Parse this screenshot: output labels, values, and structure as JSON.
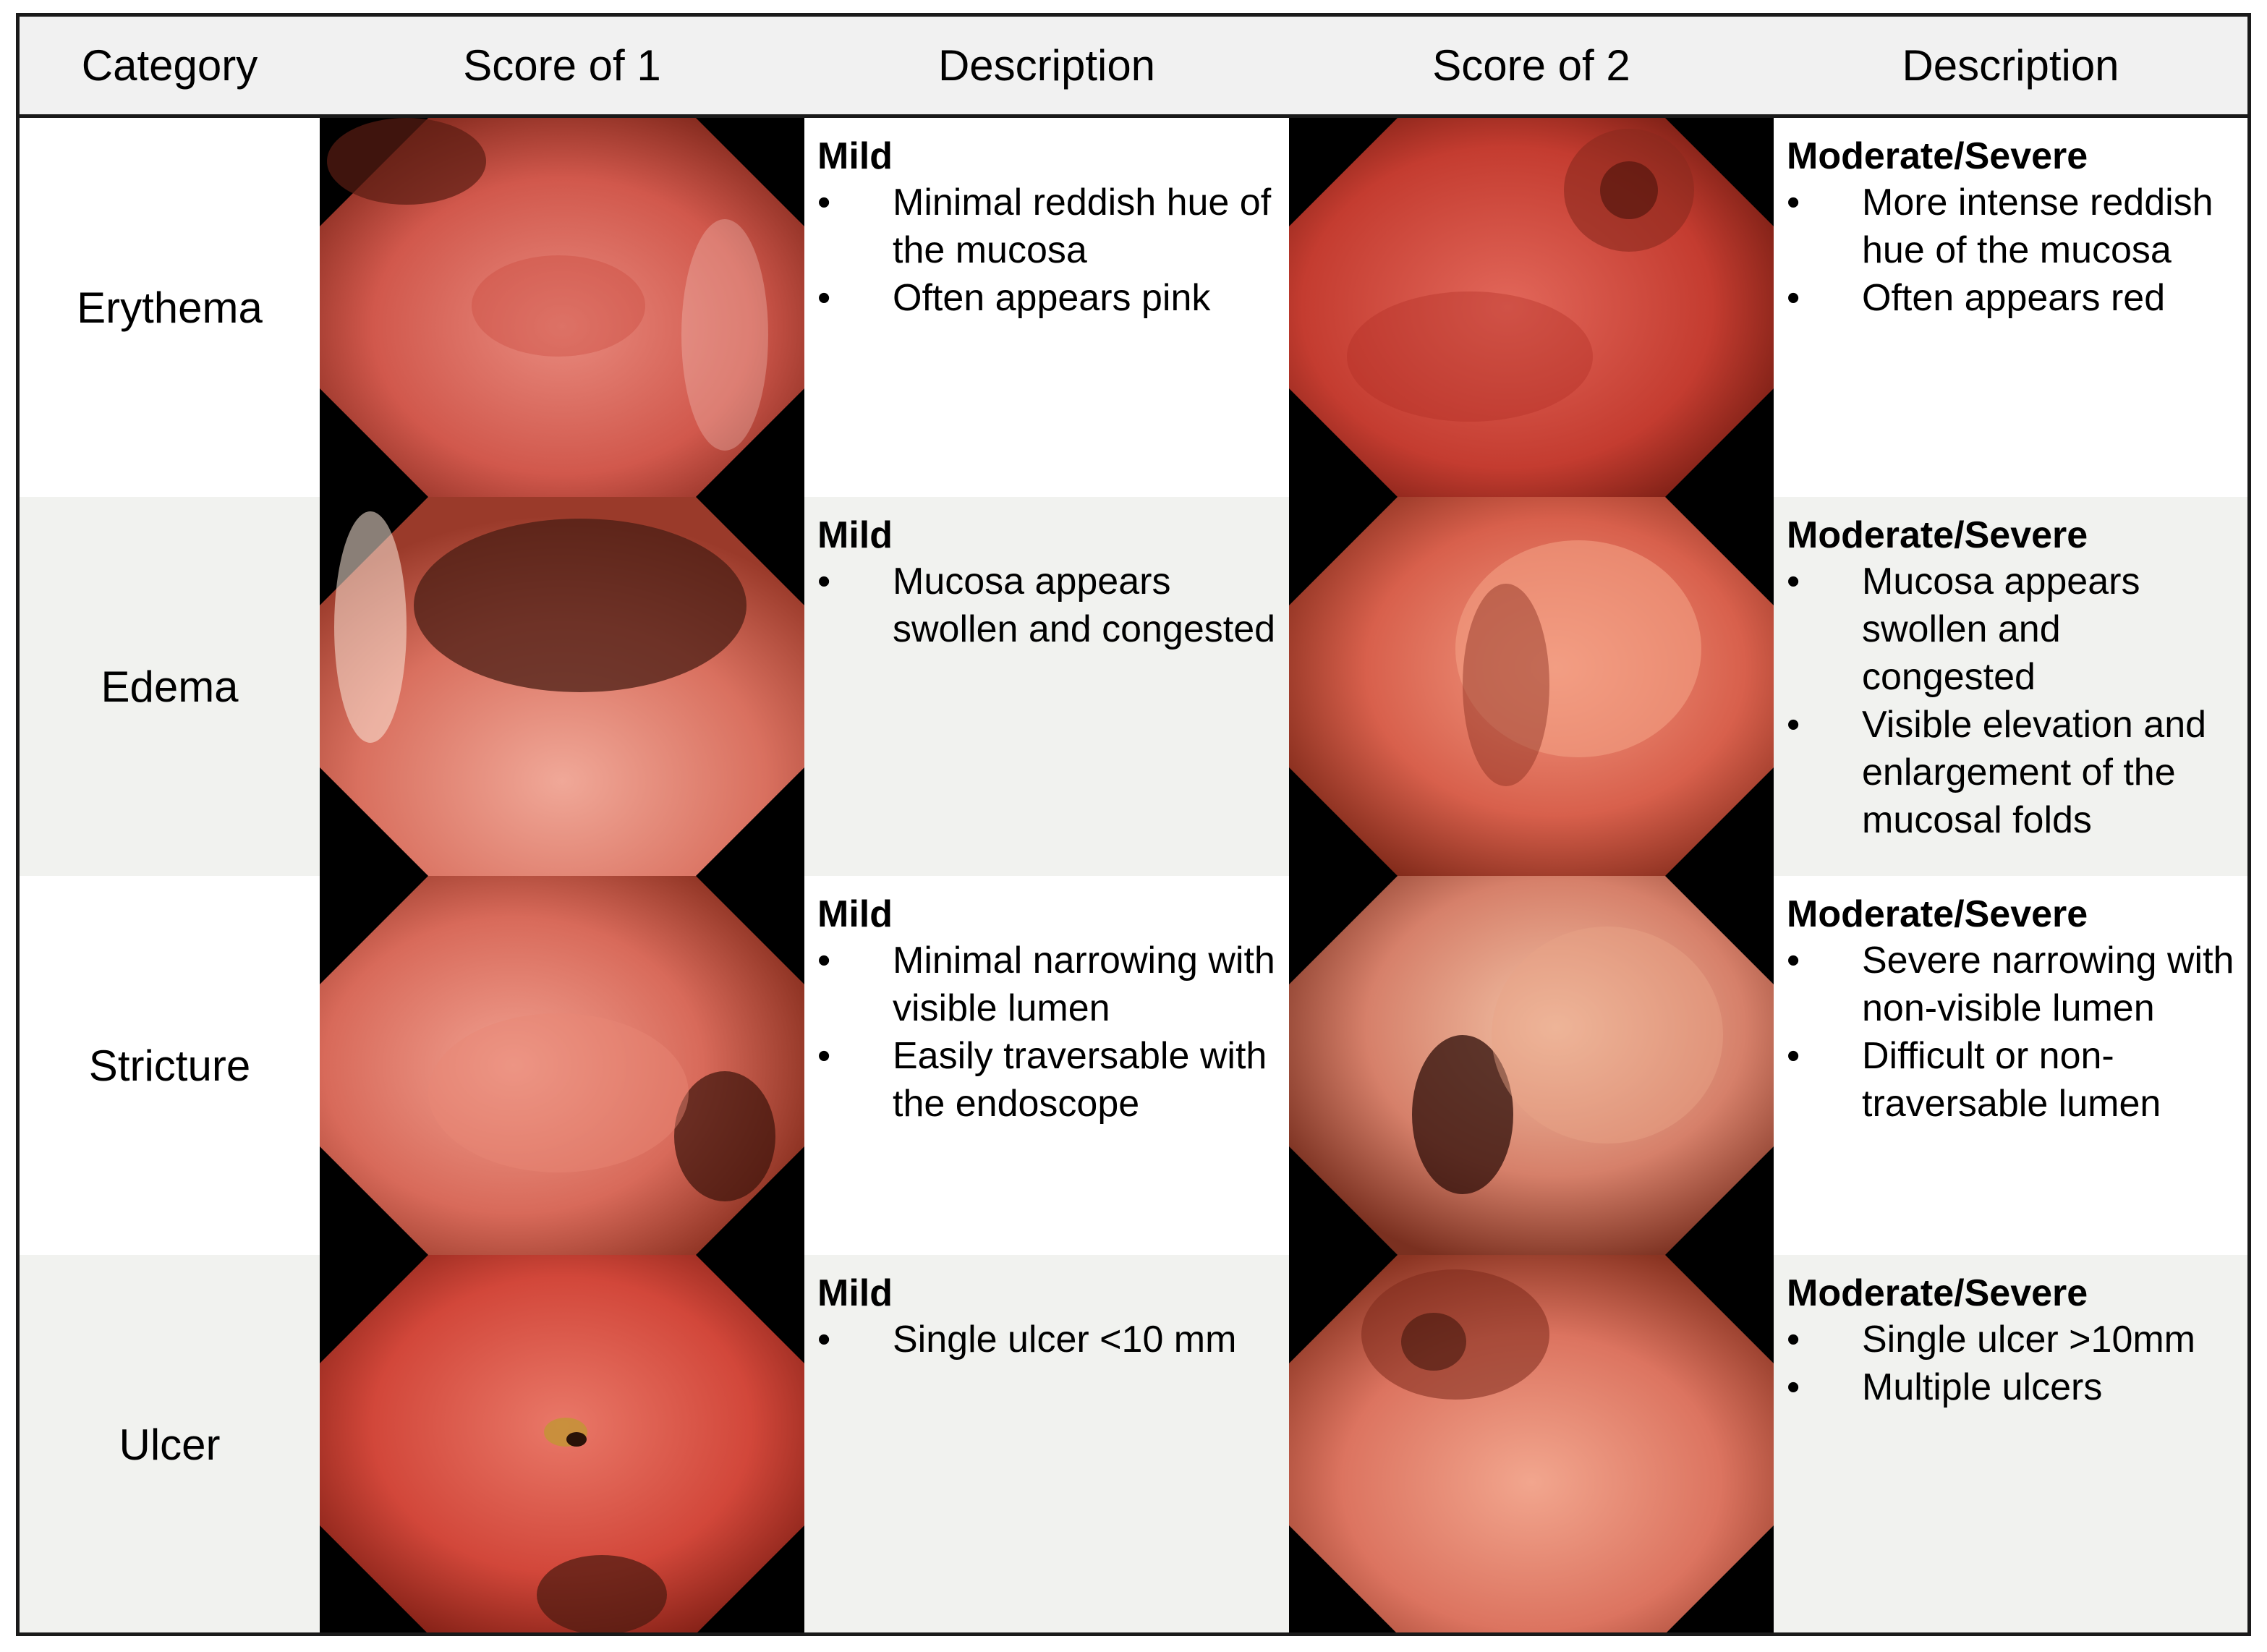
{
  "table": {
    "headers": [
      "Category",
      "Score of 1",
      "Description",
      "Score of 2",
      "Description"
    ],
    "rows": [
      {
        "category": "Erythema",
        "score1": {
          "grade": "Mild",
          "bullets": [
            "Minimal reddish hue of the mucosa",
            "Often appears pink"
          ]
        },
        "score2": {
          "grade": "Moderate/Severe",
          "bullets": [
            "More intense reddish hue of the mucosa",
            "Often appears red"
          ]
        }
      },
      {
        "category": "Edema",
        "score1": {
          "grade": "Mild",
          "bullets": [
            "Mucosa appears swollen and congested"
          ]
        },
        "score2": {
          "grade": "Moderate/Severe",
          "bullets": [
            "Mucosa appears swollen and congested",
            "Visible elevation and enlargement of the mucosal folds"
          ]
        }
      },
      {
        "category": "Stricture",
        "score1": {
          "grade": "Mild",
          "bullets": [
            "Minimal narrowing with visible lumen",
            "Easily traversable with the endoscope"
          ]
        },
        "score2": {
          "grade": "Moderate/Severe",
          "bullets": [
            "Severe narrowing with non-visible lumen",
            "Difficult or non-traversable lumen"
          ]
        }
      },
      {
        "category": "Ulcer",
        "score1": {
          "grade": "Mild",
          "bullets": [
            "Single ulcer <10 mm"
          ]
        },
        "score2": {
          "grade": "Moderate/Severe",
          "bullets": [
            "Single ulcer >10mm",
            "Multiple ulcers"
          ]
        }
      }
    ]
  }
}
